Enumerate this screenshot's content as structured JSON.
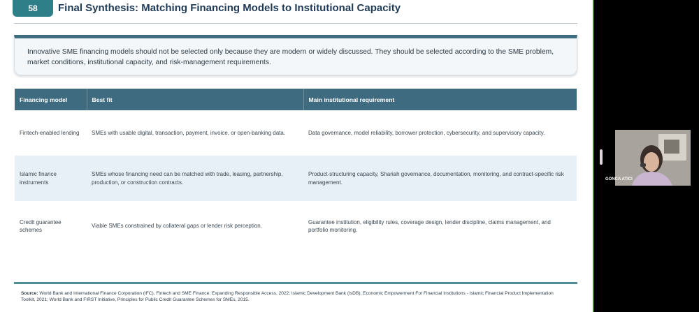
{
  "slide": {
    "number": "58",
    "title": "Final Synthesis: Matching Financing Models to Institutional Capacity",
    "intro_line1": "Innovative SME financing models should not be selected only because they are modern or widely discussed. They should be selected according to the SME problem,",
    "intro_line2": "market conditions, institutional capacity, and risk-management requirements."
  },
  "table": {
    "headers": [
      "Financing model",
      "Best fit",
      "Main institutional requirement"
    ],
    "rows": [
      {
        "model": "Fintech-enabled lending",
        "best_fit": "SMEs with usable digital, transaction, payment, invoice, or open-banking data.",
        "requirement": "Data governance, model reliability, borrower protection, cybersecurity, and supervisory capacity."
      },
      {
        "model": "Islamic finance instruments",
        "best_fit": "SMEs whose financing need can be matched with trade, leasing, partnership, production, or construction contracts.",
        "requirement": "Product-structuring capacity, Shariah governance, documentation, monitoring, and contract-specific risk management."
      },
      {
        "model": "Credit guarantee schemes",
        "best_fit": "Viable SMEs constrained by collateral gaps or lender risk perception.",
        "requirement": "Guarantee institution, eligibility rules, coverage design, lender discipline, claims management, and portfolio monitoring."
      }
    ]
  },
  "source": {
    "label": "Source:",
    "text": "World Bank and International Finance Corporation (IFC), Fintech and SME Finance: Expanding Responsible Access, 2022; Islamic Development Bank (IsDB), Economic Empowerment For Financial Institutions - Islamic Financial Product Implementation Toolkit, 2021; World Bank and FIRST Initiative, Principles for Public Credit Guarantee Schemes for SMEs, 2015."
  },
  "participant": {
    "name": "GONCA ATICI"
  },
  "colors": {
    "accent": "#2f7f89",
    "header_bg": "#3e6b7f",
    "title_text": "#1f3b57",
    "row_shade": "#e8f0f7",
    "meeting_border": "#3a7d2e"
  }
}
